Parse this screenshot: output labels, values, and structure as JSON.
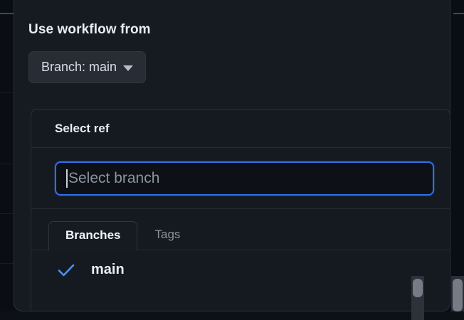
{
  "dialog": {
    "section_title": "Use workflow from",
    "branch_button": {
      "label": "Branch: main",
      "caret_icon": "chevron-down-icon"
    },
    "ref_panel": {
      "header": "Select ref",
      "search": {
        "value": "",
        "placeholder": "Select branch",
        "focused": true,
        "focus_color": "#2f6fe4"
      },
      "tabs": [
        {
          "label": "Branches",
          "active": true
        },
        {
          "label": "Tags",
          "active": false
        }
      ],
      "items": [
        {
          "label": "main",
          "selected": true,
          "check_icon": "check-icon"
        }
      ]
    }
  },
  "colors": {
    "dialog_background": "#161b22",
    "panel_background": "#151a21",
    "page_background": "#0a0d13",
    "accent_blue": "#2f6fe4",
    "check_blue": "#4493f8",
    "text_primary": "#e6edf3",
    "text_muted": "#8b949e",
    "border": "#2b313b"
  },
  "scrollbars": {
    "inner": {
      "name": "dialog-scrollbar"
    },
    "outer": {
      "name": "page-scrollbar"
    }
  }
}
